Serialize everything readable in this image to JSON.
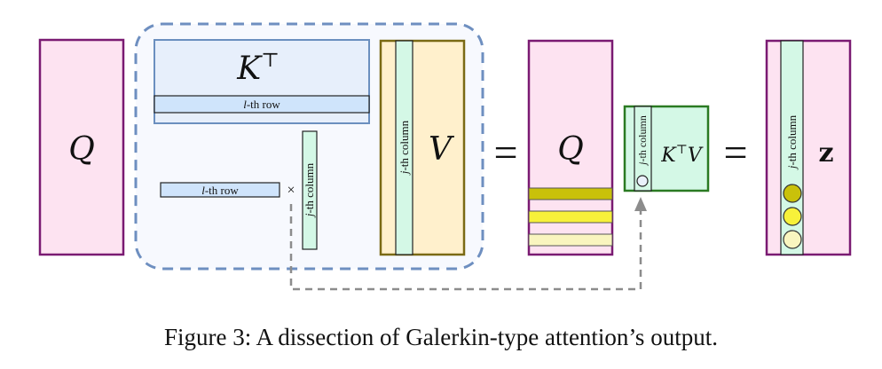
{
  "figure": {
    "caption": "Figure 3: A dissection of Galerkin-type attention’s output.",
    "matrices": {
      "q_left": "Q",
      "k_transpose": "K",
      "k_transpose_sup": "⊤",
      "v": "V",
      "q_right": "Q",
      "ktv": "K",
      "ktv_sup": "⊤",
      "ktv_tail": "V",
      "z": "z"
    },
    "labels": {
      "l_row": "-th row",
      "l_var": "l",
      "j_column": "-th column",
      "j_var": "j",
      "times": "×",
      "equals": "="
    },
    "colors": {
      "q_fill": "#fde3f1",
      "q_stroke": "#7a1a72",
      "k_fill": "#e7effb",
      "k_stroke": "#6b8fbf",
      "row_fill": "#cfe4fb",
      "v_fill": "#fff0cc",
      "v_stroke": "#7a6a14",
      "col_fill": "#d4f8e6",
      "ktv_stroke": "#2a7a22",
      "dashed_box": "#6e8fc0",
      "arrow": "#8c8c8c",
      "stripe_dark": "#c9c10a",
      "stripe_bright": "#f7f13a",
      "stripe_pale": "#f9f5bf"
    }
  }
}
